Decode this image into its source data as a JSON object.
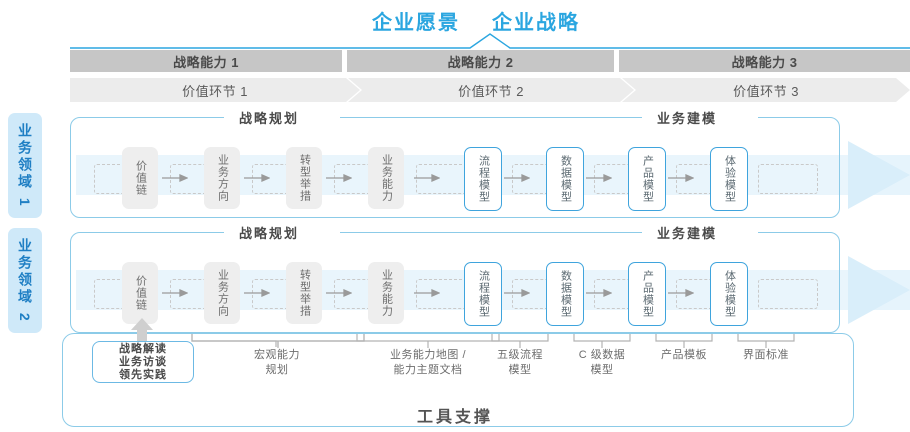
{
  "header": {
    "vision_title": "企业愿景",
    "strategy_title": "企业战略"
  },
  "capabilities": [
    {
      "label": "战略能力 1"
    },
    {
      "label": "战略能力 2"
    },
    {
      "label": "战略能力 3"
    }
  ],
  "value_segments": [
    {
      "label": "价值环节 1"
    },
    {
      "label": "价值环节 2"
    },
    {
      "label": "价值环节 3"
    }
  ],
  "domains": [
    {
      "label": "业务领域 1"
    },
    {
      "label": "业务领域 2"
    }
  ],
  "phases": [
    {
      "label": "战略规划"
    },
    {
      "label": "业务建模"
    }
  ],
  "nodes": {
    "planning": [
      {
        "label": "价值链",
        "style": "gray"
      },
      {
        "label": "业务方向",
        "style": "gray"
      },
      {
        "label": "转型举措",
        "style": "gray"
      },
      {
        "label": "业务能力",
        "style": "gray"
      }
    ],
    "modeling": [
      {
        "label": "流程模型",
        "style": "blue"
      },
      {
        "label": "数据模型",
        "style": "blue"
      },
      {
        "label": "产品模型",
        "style": "blue"
      },
      {
        "label": "体验模型",
        "style": "blue"
      }
    ]
  },
  "tool_support": {
    "title": "工具支撑",
    "highlight_box": "战略解读\n业务访谈\n领先实践",
    "labels": [
      {
        "text": "宏观能力\n规划"
      },
      {
        "text": "业务能力地图 /\n能力主题文档"
      },
      {
        "text": "五级流程\n模型"
      },
      {
        "text": "C 级数据\n模型"
      },
      {
        "text": "产品模板"
      },
      {
        "text": "界面标准"
      }
    ]
  },
  "colors": {
    "accent_blue": "#2ba6e0",
    "border_blue": "#8ccbe8",
    "node_blue_border": "#3fa4dd",
    "tab_bg": "#cfe9f9",
    "tab_text": "#1f7fc4",
    "cap_bar_bg": "#c6c6c6",
    "seg_bar_bg": "#ececec",
    "band_bg": "#e6f4fc",
    "node_gray_bg": "#eeeeee",
    "text_dark": "#4a4a4a",
    "text_mid": "#6d6d6d"
  }
}
